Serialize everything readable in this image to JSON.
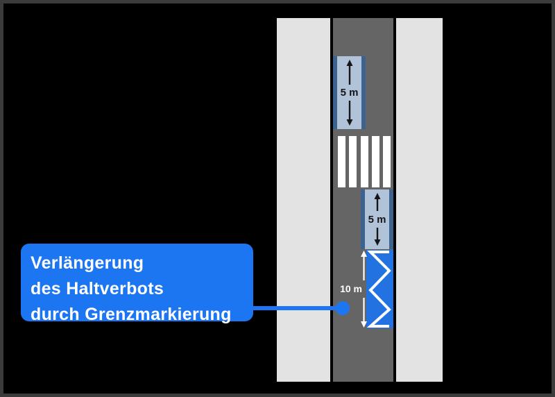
{
  "callout": {
    "lines": [
      "Verlängerung",
      "des Haltverbots",
      "durch Grenzmarkierung"
    ],
    "fill": "#1c76f2",
    "text_color": "#ffffff"
  },
  "zones": [
    {
      "id": "no-stopping-upper",
      "label": "5 m"
    },
    {
      "id": "no-stopping-lower",
      "label": "5 m"
    },
    {
      "id": "boundary-marking",
      "label": "10 m"
    }
  ],
  "crosswalk": {
    "stripe_count": 5
  },
  "colors": {
    "background": "#000000",
    "frame": "#3b3b3b",
    "road": "#656565",
    "sidewalk": "#e3e3e3",
    "zone_fill": "#b1c3d8",
    "zone_edge": "#3c6290",
    "boundary_blue": "#2272e1",
    "callout_blue": "#1c76f2",
    "marking_white": "#ffffff"
  }
}
